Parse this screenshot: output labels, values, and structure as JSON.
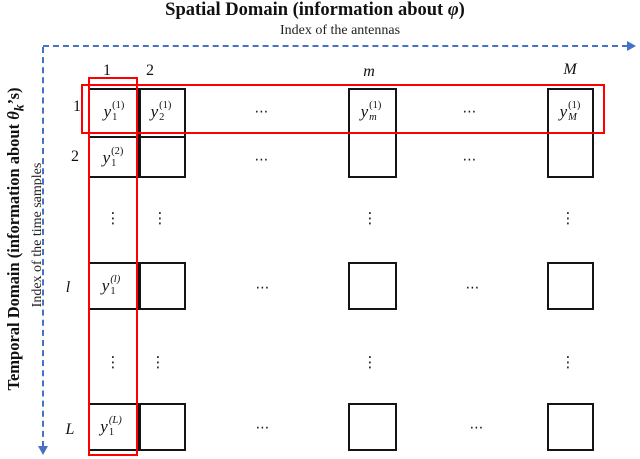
{
  "header": {
    "title_prefix": "Spatial Domain (information about ",
    "title_phi": "φ",
    "title_suffix": ")",
    "subtitle": "Index of the antennas"
  },
  "left": {
    "title_prefix": "Temporal Domain (information about ",
    "title_theta": "θ",
    "title_theta_sub": "k",
    "title_suffix": "’s)",
    "subtitle": "Index of the time samples"
  },
  "cols": [
    "1",
    "2",
    "m",
    "M"
  ],
  "rows": [
    "1",
    "2",
    "l",
    "L"
  ],
  "cells": {
    "y11": {
      "base": "y",
      "sub": "1",
      "sup": "(1)"
    },
    "y21": {
      "base": "y",
      "sub": "2",
      "sup": "(1)"
    },
    "ym1": {
      "base": "y",
      "sub": "m",
      "sup": "(1)"
    },
    "yM1": {
      "base": "y",
      "sub": "M",
      "sup": "(1)"
    },
    "y12": {
      "base": "y",
      "sub": "1",
      "sup": "(2)"
    },
    "y1l": {
      "base": "y",
      "sub": "1",
      "sup": "(l)"
    },
    "y1L": {
      "base": "y",
      "sub": "1",
      "sup": "(L)"
    }
  },
  "glyphs": {
    "hdots": "⋯",
    "vdots": "⋮"
  },
  "colors": {
    "highlight": "#ff0000",
    "arrow": "#4472c4",
    "box": "#141414"
  }
}
